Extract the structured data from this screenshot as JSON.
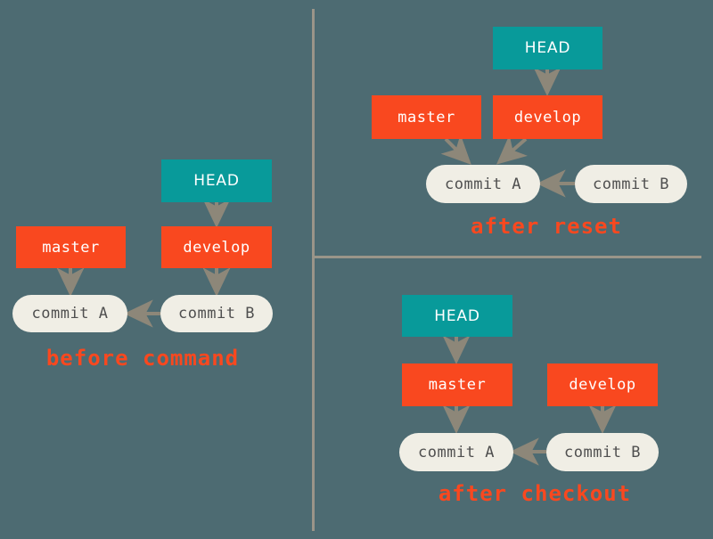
{
  "diagram": {
    "title_caption_color": "#f9481f",
    "background_color": "#4d6b72",
    "head_color": "#089a9a",
    "branch_color": "#f9481f",
    "commit_color": "#f0eee5",
    "arrow_color": "#8d8779",
    "divider_color": "#9a9589"
  },
  "panels": {
    "before": {
      "caption": "before command",
      "nodes": {
        "head": "HEAD",
        "master": "master",
        "develop": "develop",
        "commit_a": "commit A",
        "commit_b": "commit B"
      }
    },
    "after_reset": {
      "caption": "after reset",
      "nodes": {
        "head": "HEAD",
        "master": "master",
        "develop": "develop",
        "commit_a": "commit A",
        "commit_b": "commit B"
      }
    },
    "after_checkout": {
      "caption": "after checkout",
      "nodes": {
        "head": "HEAD",
        "master": "master",
        "develop": "develop",
        "commit_a": "commit A",
        "commit_b": "commit B"
      }
    }
  }
}
